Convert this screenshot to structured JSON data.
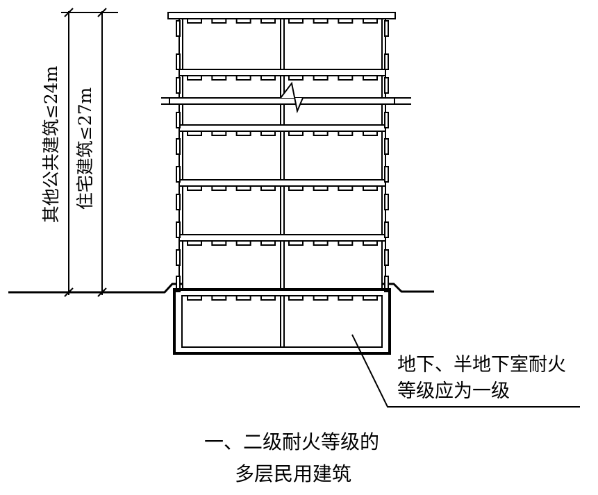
{
  "dimensions": {
    "other_public_building": "其他公共建筑≤24m",
    "residential": "住宅建筑≤27m"
  },
  "note": {
    "line1": "地下、半地下室耐火",
    "line2": "等级应为一级"
  },
  "caption": {
    "line1": "一、二级耐火等级的",
    "line2": "多层民用建筑"
  }
}
